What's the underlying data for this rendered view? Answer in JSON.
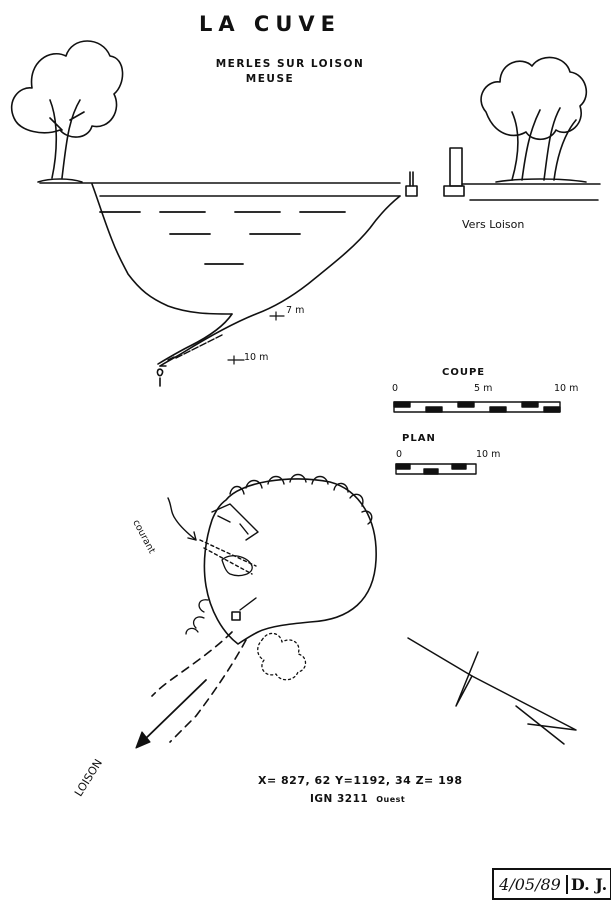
{
  "title": "LA CUVE",
  "location": {
    "commune": "MERLES SUR LOISON",
    "departement": "MEUSE"
  },
  "coupe": {
    "direction_label": "Vers Loison",
    "depth_labels": [
      "7 m",
      "10 m"
    ],
    "scale_title": "COUPE",
    "scale_ticks": [
      "0",
      "5 m",
      "10 m"
    ]
  },
  "plan": {
    "scale_title": "PLAN",
    "scale_ticks": [
      "0",
      "10 m"
    ],
    "stream_label": "courant",
    "outflow_label": "LOISON"
  },
  "coordinates": {
    "line1": "X= 827, 62    Y=1192, 34    Z= 198",
    "ign": "IGN 3211",
    "ign_suffix": "Ouest"
  },
  "stamp": {
    "date": "4/05/89",
    "initials": "D. J."
  }
}
